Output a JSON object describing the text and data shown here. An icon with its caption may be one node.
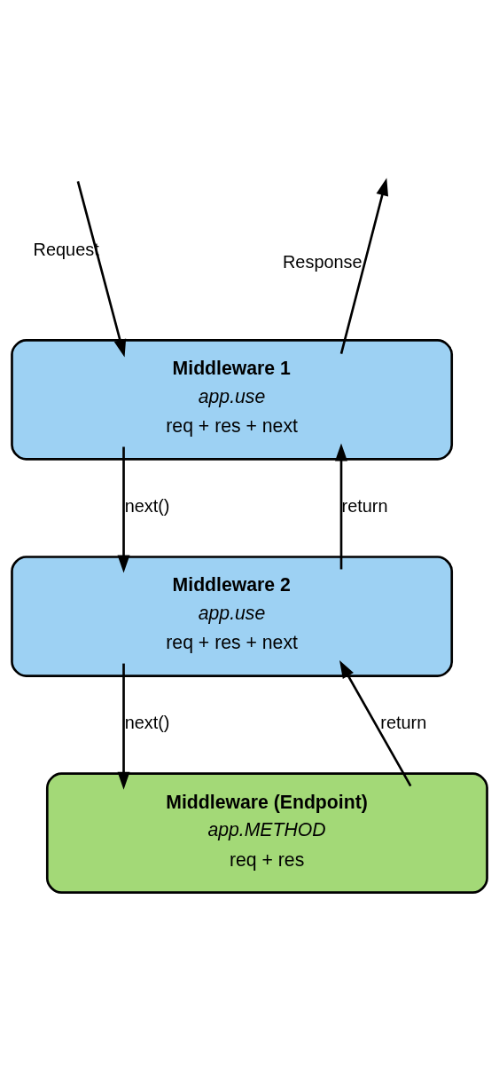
{
  "diagram": {
    "nodes": [
      {
        "text": [
          "Middleware 1",
          "app.use",
          "req + res + next"
        ]
      },
      {
        "text": [
          "Middleware 2",
          "app.use",
          "req + res + next"
        ]
      },
      {
        "text": [
          "Middleware (Endpoint)",
          "app.METHOD",
          "req + res"
        ]
      }
    ],
    "edges": [
      {
        "from": null,
        "to": 0,
        "arrow": "to",
        "label": "Request"
      },
      {
        "from": 0,
        "to": null,
        "arrow": "to",
        "label": "Response"
      },
      {
        "from": 0,
        "to": 1,
        "arrow": "to",
        "label": "next()"
      },
      {
        "from": 1,
        "to": 0,
        "arrow": "to",
        "label": "return"
      },
      {
        "from": 1,
        "to": 2,
        "arrow": "to",
        "label": "next()"
      },
      {
        "from": 2,
        "to": 1,
        "arrow": "to",
        "label": "return"
      }
    ]
  }
}
